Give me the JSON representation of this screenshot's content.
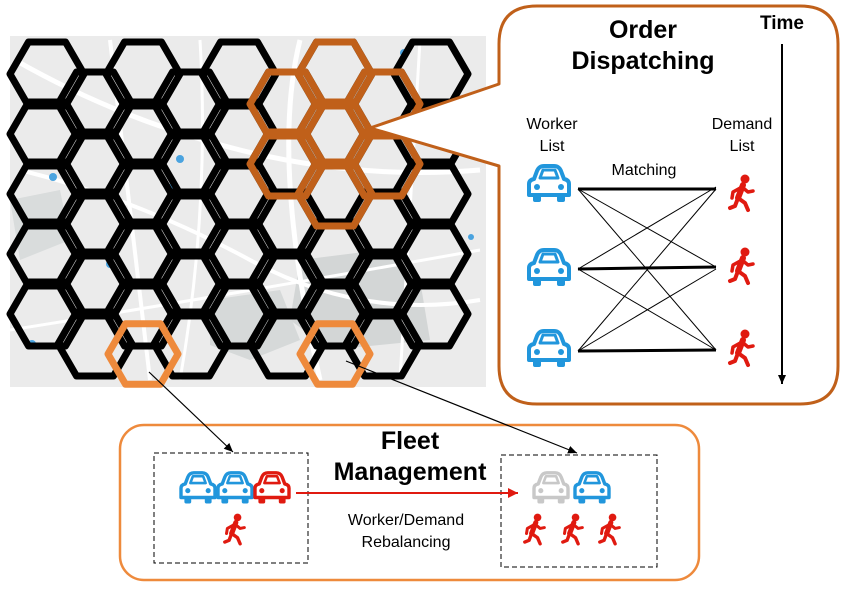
{
  "order_dispatching": {
    "title_line1": "Order",
    "title_line2": "Dispatching",
    "time_label": "Time",
    "worker_list_line1": "Worker",
    "worker_list_line2": "List",
    "demand_list_line1": "Demand",
    "demand_list_line2": "List",
    "matching_label": "Matching"
  },
  "fleet_management": {
    "title_line1": "Fleet",
    "title_line2": "Management",
    "rebalancing_line1": "Worker/Demand",
    "rebalancing_line2": "Rebalancing"
  },
  "colors": {
    "grid_hex": "#000000",
    "highlight_hex": "#c0601a",
    "region_hex": "#ee8a3c",
    "callout_border": "#c0601a",
    "fleet_border": "#ee8a3c",
    "worker_car": "#2196dc",
    "demand_person": "#e01a10",
    "rebalance_car": "#e01a10",
    "empty_car": "#c8c8c8",
    "map_bg": "#ebebeb"
  },
  "icons": {
    "worker": "car-icon",
    "demand": "person-walking-icon",
    "map_poi": "map-pin-icon"
  }
}
